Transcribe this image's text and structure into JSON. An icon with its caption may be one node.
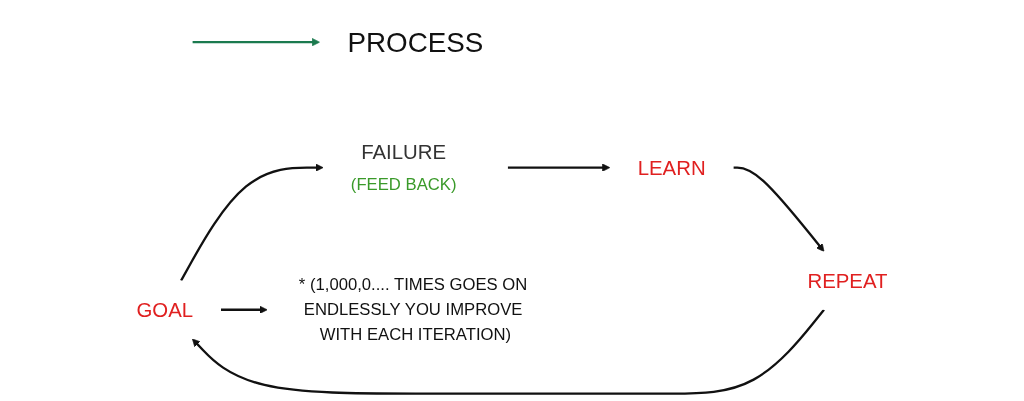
{
  "diagram": {
    "nodes": [
      {
        "text": [
          "PROCESS"
        ]
      },
      {
        "text": [
          "GOAL"
        ]
      },
      {
        "text": [
          "FAILURE",
          "(FEED BACK)"
        ]
      },
      {
        "text": [
          "LEARN"
        ]
      },
      {
        "text": [
          "REPEAT"
        ]
      },
      {
        "text": [
          "* (1,000,0.... TIMES GOES ON ENDLESSLY YOU IMPROVE WITH EACH ITERATION)"
        ]
      }
    ],
    "edges": [
      {
        "from": null,
        "to": 0,
        "arrow": "to",
        "color": "#1b7a4f"
      },
      {
        "from": 1,
        "to": 2,
        "arrow": "to"
      },
      {
        "from": 2,
        "to": 3,
        "arrow": "to"
      },
      {
        "from": 3,
        "to": 4,
        "arrow": "to"
      },
      {
        "from": 4,
        "to": 1,
        "arrow": "to"
      },
      {
        "from": 1,
        "to": 5,
        "arrow": "to"
      }
    ]
  }
}
